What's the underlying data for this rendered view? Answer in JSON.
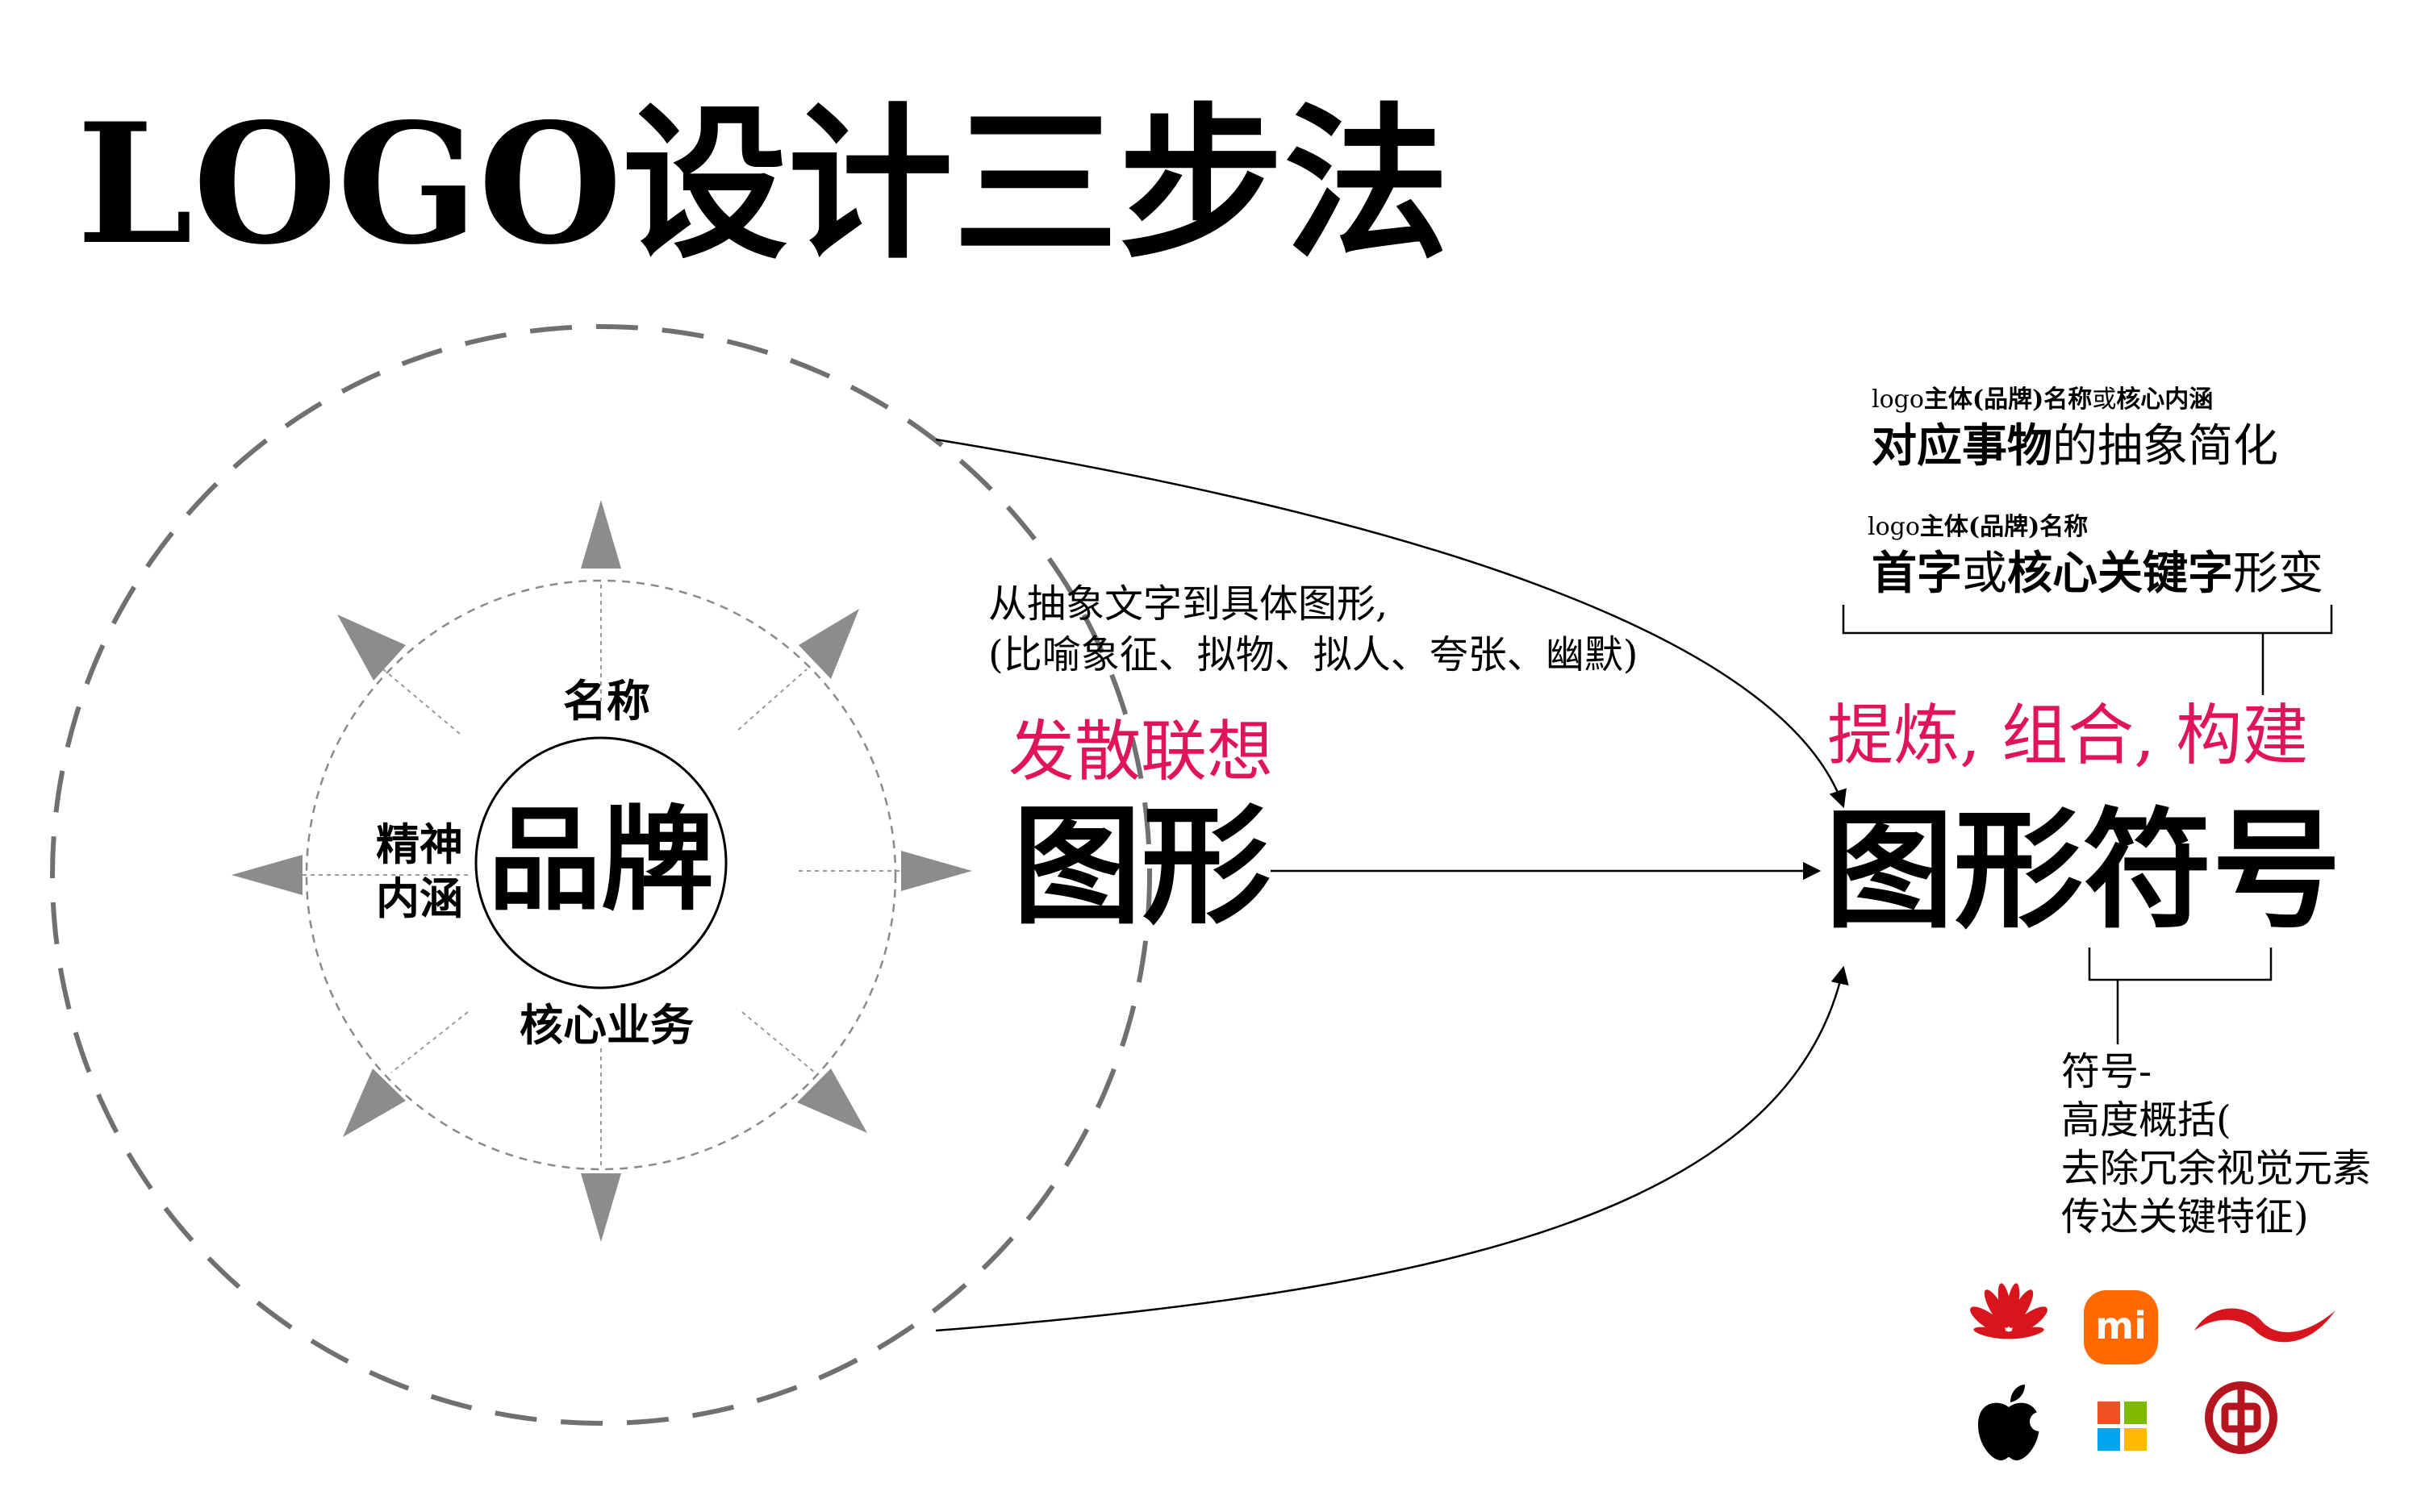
{
  "title": "LOGO设计三步法",
  "brand": {
    "center": "品牌",
    "name": "名称",
    "spirit_line1": "精神",
    "spirit_line2": "内涵",
    "business": "核心业务"
  },
  "step2": {
    "desc_line1": "从抽象文字到具体图形,",
    "desc_line2": "(比喻象征、拟物、拟人、夸张、幽默)",
    "action": "发散联想",
    "label": "图形"
  },
  "step3": {
    "note1_small": {
      "t1": "logo",
      "t2": "主体(品牌)名称",
      "t3": "或",
      "t4": "核心内涵"
    },
    "note1_big": {
      "t1": "对应事物",
      "t2": "的抽象简化"
    },
    "note2_small": {
      "t1": "logo",
      "t2": "主体(品牌)名称"
    },
    "note2_big": {
      "t1": "首字",
      "t2": "或",
      "t3": "核心关键字",
      "t4": "形变"
    },
    "action": "提炼, 组合, 构建",
    "label": "图形符号"
  },
  "symbol_note": {
    "line1": "符号-",
    "line2": "高度概括(",
    "line3": "去除冗余视觉元素",
    "line4": "传达关键特征)"
  },
  "colors": {
    "accent": "#e0145a",
    "text": "#000000",
    "dashed": "#707070",
    "arrow_fill": "#8c8c8c",
    "xiaomi": "#ff6900",
    "huawei": "#d8141d",
    "lining": "#d8141d",
    "boc": "#b4151f",
    "ms_red": "#f25022",
    "ms_green": "#7fba00",
    "ms_blue": "#00a4ef",
    "ms_yellow": "#ffb900"
  },
  "logos": {
    "xiaomi_text": "mi",
    "items": [
      "huawei-logo-icon",
      "xiaomi-logo-icon",
      "lining-logo-icon",
      "apple-logo-icon",
      "microsoft-logo-icon",
      "bank-of-china-logo-icon"
    ]
  }
}
